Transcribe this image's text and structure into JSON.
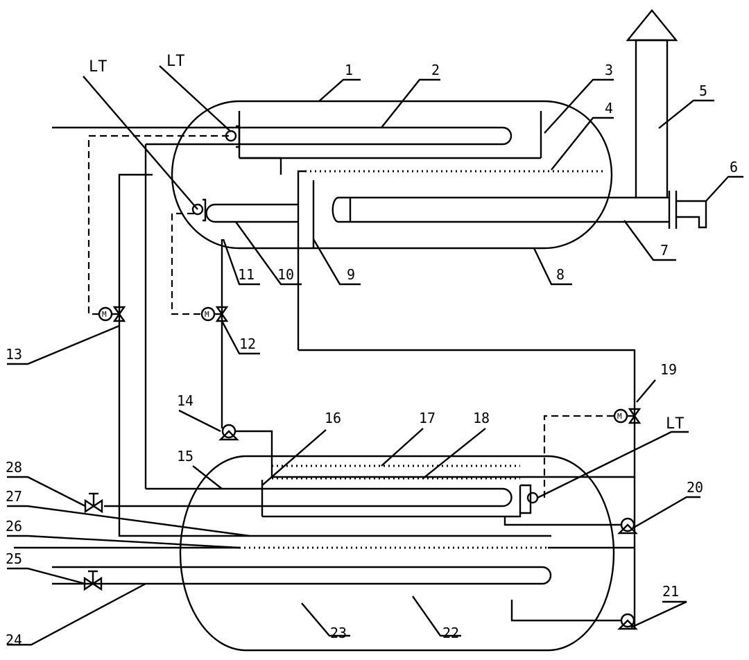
{
  "labels": {
    "n1": "1",
    "n2": "2",
    "n3": "3",
    "n4": "4",
    "n5": "5",
    "n6": "6",
    "n7": "7",
    "n8": "8",
    "n9": "9",
    "n10": "10",
    "n11": "11",
    "n12": "12",
    "n13": "13",
    "n14": "14",
    "n15": "15",
    "n16": "16",
    "n17": "17",
    "n18": "18",
    "n19": "19",
    "n20": "20",
    "n21": "21",
    "n22": "22",
    "n23": "23",
    "n24": "24",
    "n25": "25",
    "n26": "26",
    "n27": "27",
    "n28": "28"
  },
  "instruments": {
    "level_transmitter": "LT",
    "motor_actuator": "M"
  }
}
